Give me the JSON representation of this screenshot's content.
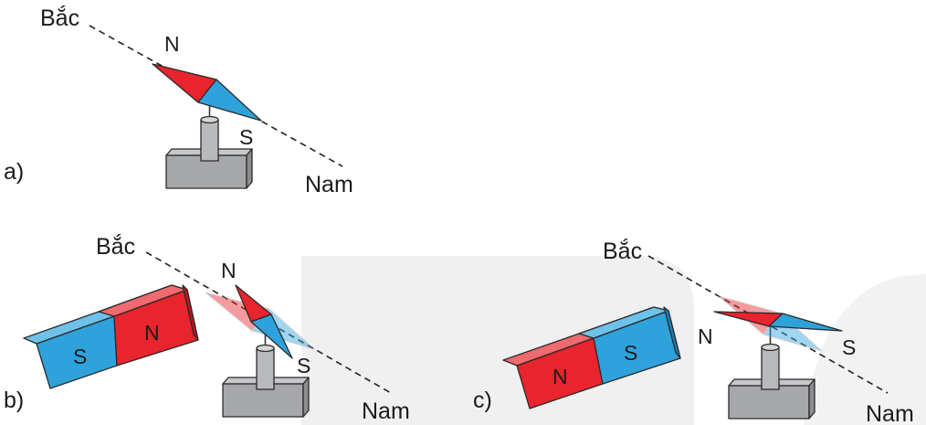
{
  "labels": {
    "north_dir": "Bắc",
    "south_dir": "Nam",
    "pole_n": "N",
    "pole_s": "S",
    "panel_a": "a)",
    "panel_b": "b)",
    "panel_c": "c)"
  },
  "colors": {
    "north_pole": "#e8242c",
    "south_pole": "#2fa2dc",
    "stand": "#a6a7aa",
    "background_shape": "#f0f0f1"
  }
}
